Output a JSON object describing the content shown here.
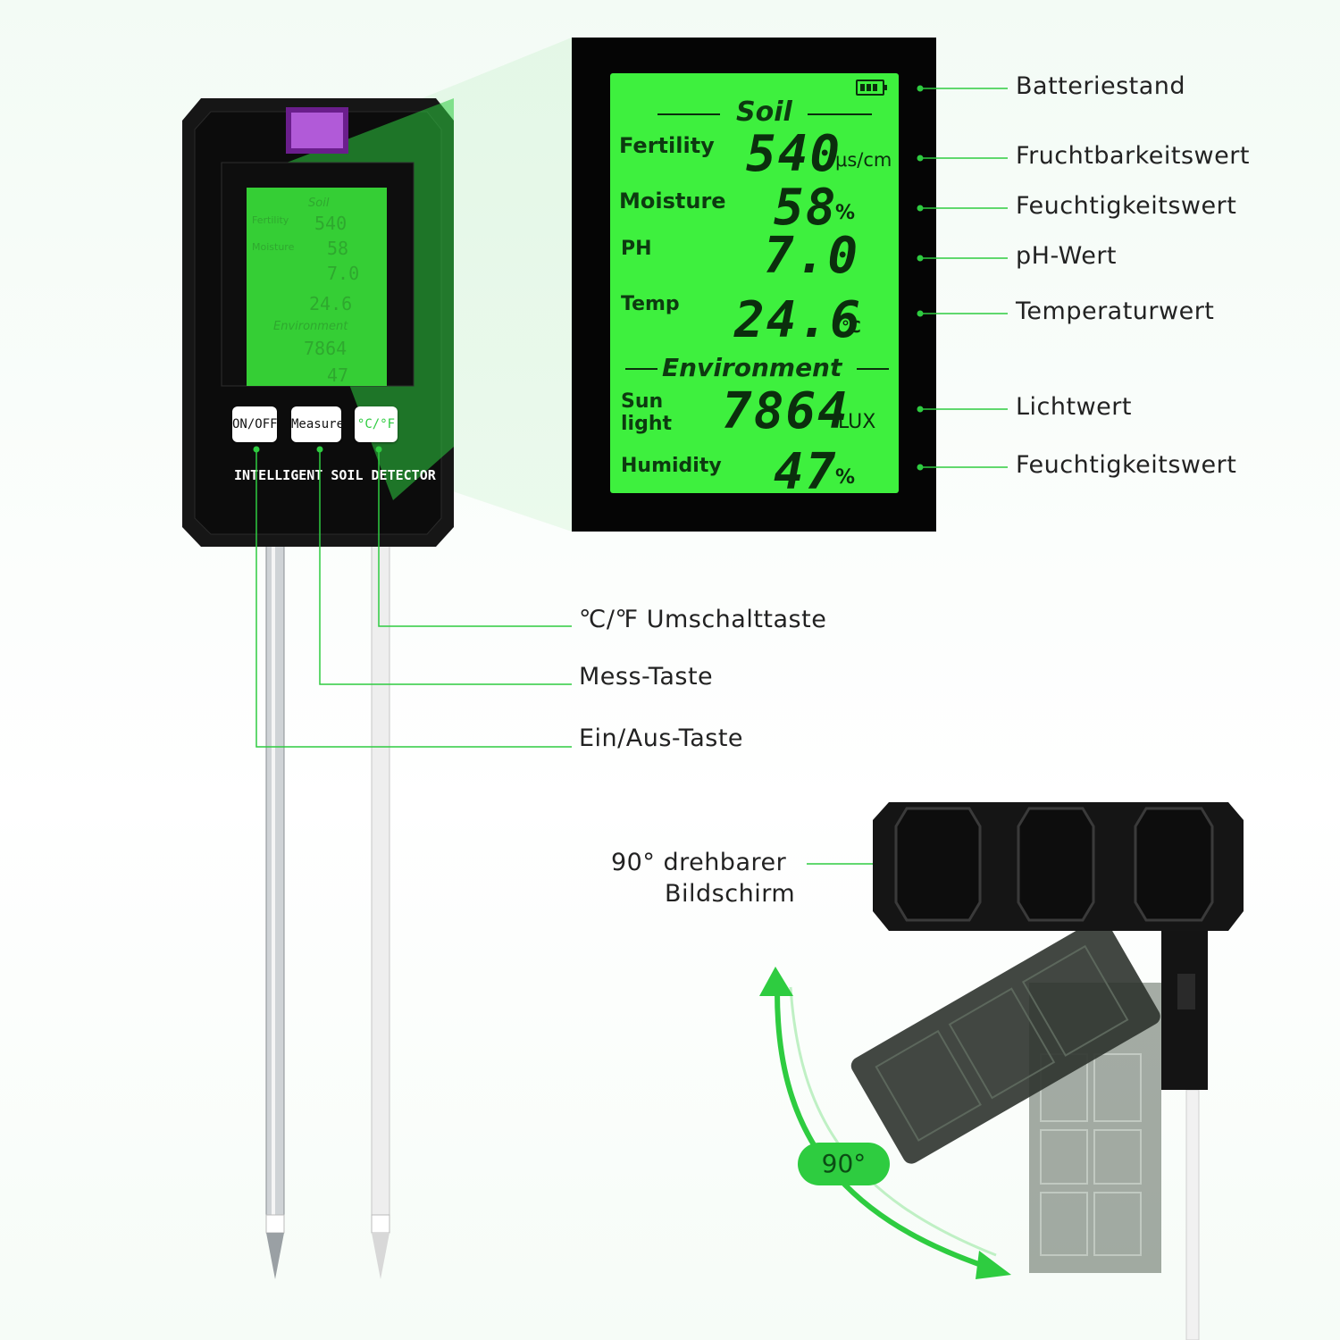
{
  "device": {
    "buttons": {
      "onoff": "ON/OFF",
      "measure": "Measure",
      "unit": "°C/°F"
    },
    "brand_text": "INTELLIGENT SOIL DETECTOR"
  },
  "lcd": {
    "soil_heading": "Soil",
    "environment_heading": "Environment",
    "fertility_label": "Fertility",
    "fertility_value": "540",
    "fertility_unit": "μs/cm",
    "moisture_label": "Moisture",
    "moisture_value": "58",
    "moisture_unit": "%",
    "ph_label": "PH",
    "ph_value": "7.0",
    "temp_label": "Temp",
    "temp_value": "24.6",
    "temp_unit": "℃",
    "sunlight_label_1": "Sun",
    "sunlight_label_2": "light",
    "sunlight_value": "7864",
    "sunlight_unit": "LUX",
    "humidity_label": "Humidity",
    "humidity_value": "47",
    "humidity_unit": "%"
  },
  "callouts": {
    "battery": "Batteriestand",
    "fertility": "Fruchtbarkeitswert",
    "moisture": "Feuchtigkeitswert",
    "ph": "pH-Wert",
    "temperature": "Temperaturwert",
    "light": "Lichtwert",
    "humidity": "Feuchtigkeitswert",
    "unit_button": "℃/℉ Umschalttaste",
    "measure_button": "Mess-Taste",
    "power_button": "Ein/Aus-Taste",
    "rotate_line1": "90° drehbarer",
    "rotate_line2": "Bildschirm",
    "rotate_badge": "90°"
  },
  "colors": {
    "accent": "#2ecc40",
    "lcd": "#3cf03c",
    "device": "#111111"
  },
  "icons": [
    "battery-icon",
    "rotate-arrow-icon"
  ]
}
